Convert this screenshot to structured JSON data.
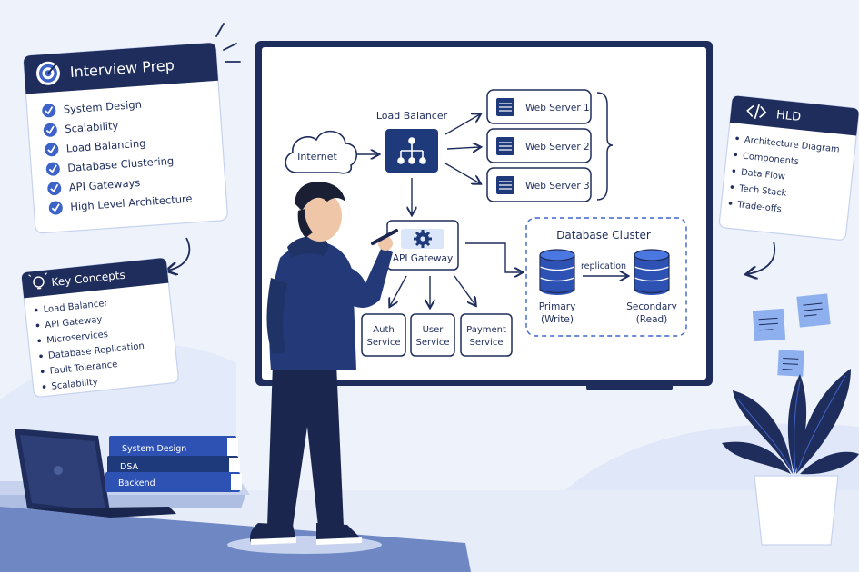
{
  "colors": {
    "navy": "#1f2d5c",
    "blue": "#3d63c8",
    "light_blue": "#dce6fb",
    "accent": "#4a78e0",
    "background": "#eef2fb",
    "card": "#ffffff"
  },
  "interview_prep": {
    "title": "Interview Prep",
    "icon": "target-icon",
    "items": [
      "System Design",
      "Scalability",
      "Load Balancing",
      "Database Clustering",
      "API Gateways",
      "High Level Architecture"
    ]
  },
  "key_concepts": {
    "title": "Key Concepts",
    "icon": "lightbulb-icon",
    "items": [
      "Load Balancer",
      "API Gateway",
      "Microservices",
      "Database Replication",
      "Fault Tolerance",
      "Scalability"
    ]
  },
  "hld": {
    "title": "HLD",
    "icon": "code-icon",
    "items": [
      "Architecture Diagram",
      "Components",
      "Data Flow",
      "Tech Stack",
      "Trade-offs"
    ]
  },
  "diagram": {
    "internet": "Internet",
    "load_balancer": "Load Balancer",
    "web_servers": [
      "Web Server 1",
      "Web Server 2",
      "Web Server 3"
    ],
    "api_gateway": "API Gateway",
    "services": [
      {
        "line1": "Auth",
        "line2": "Service"
      },
      {
        "line1": "User",
        "line2": "Service"
      },
      {
        "line1": "Payment",
        "line2": "Service"
      }
    ],
    "database_cluster": "Database Cluster",
    "primary": {
      "line1": "Primary",
      "line2": "(Write)"
    },
    "secondary": {
      "line1": "Secondary",
      "line2": "(Read)"
    },
    "replication": "replication"
  },
  "books": [
    "System Design",
    "DSA",
    "Backend"
  ]
}
